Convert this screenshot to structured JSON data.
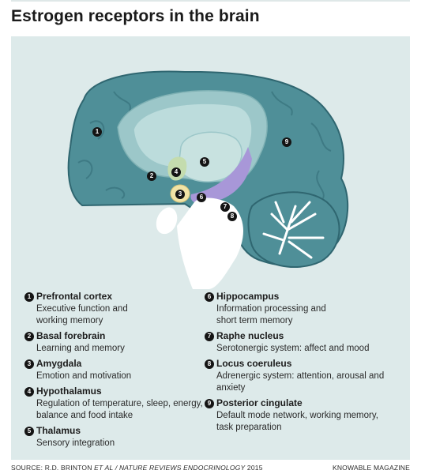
{
  "title": "Estrogen receptors in the brain",
  "markers": [
    "1",
    "2",
    "3",
    "4",
    "5",
    "6",
    "7",
    "8",
    "9"
  ],
  "legend": [
    {
      "num": "1",
      "title": "Prefrontal cortex",
      "desc": "Executive function and working memory"
    },
    {
      "num": "2",
      "title": "Basal forebrain",
      "desc": "Learning and memory"
    },
    {
      "num": "3",
      "title": "Amygdala",
      "desc": "Emotion and motivation"
    },
    {
      "num": "4",
      "title": "Hypothalamus",
      "desc": "Regulation of temperature, sleep, energy, balance and food intake"
    },
    {
      "num": "5",
      "title": "Thalamus",
      "desc": "Sensory integration"
    },
    {
      "num": "6",
      "title": "Hippocampus",
      "desc": "Information processing and short term memory"
    },
    {
      "num": "7",
      "title": "Raphe nucleus",
      "desc": "Serotonergic system: affect and mood"
    },
    {
      "num": "8",
      "title": "Locus coeruleus",
      "desc": "Adrenergic system: attention, arousal and anxiety"
    },
    {
      "num": "9",
      "title": "Posterior cingulate",
      "desc": "Default mode network, working memory, task preparation"
    }
  ],
  "footer": {
    "source_prefix": "SOURCE: R.D. BRINTON ",
    "source_italic": "ET AL / NATURE REVIEWS ENDOCRINOLOGY",
    "source_suffix": " 2015",
    "credit": "KNOWABLE MAGAZINE"
  },
  "colors": {
    "panel": "#ddeaea",
    "cortex": "#4f8f98",
    "cortex_dark": "#2f6670",
    "inner": "#9cc7c9",
    "inner_light": "#bcdcdc",
    "thalamus": "#c8e2e0",
    "hypothalamus": "#c4dcae",
    "amygdala": "#f1e4a6",
    "hippocampus": "#a897d8"
  }
}
